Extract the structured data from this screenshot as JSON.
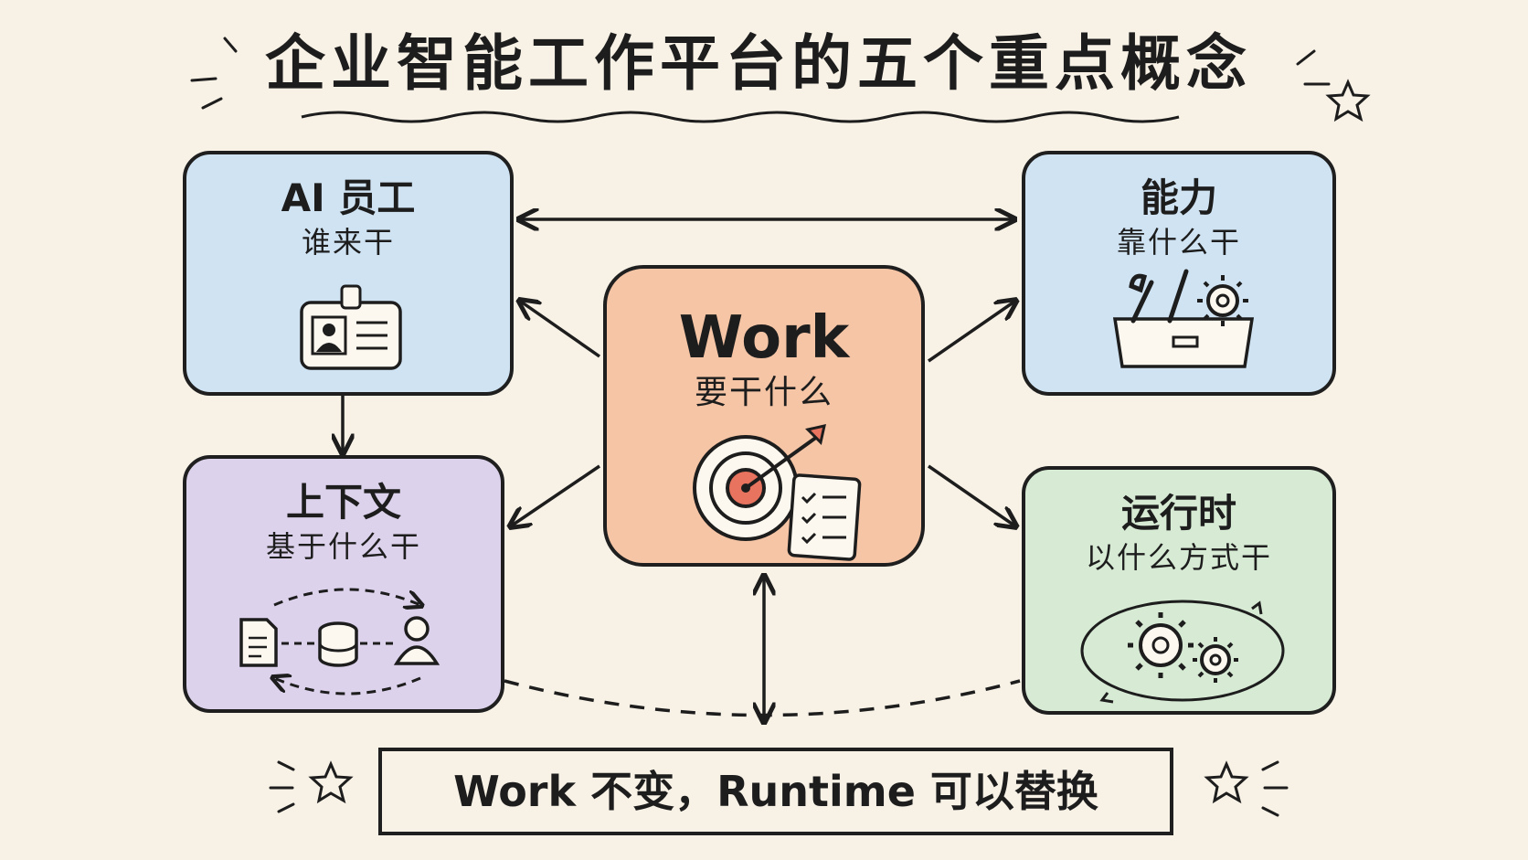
{
  "title": "企业智能工作平台的五个重点概念",
  "nodes": {
    "ai": {
      "title": "AI 员工",
      "subtitle": "谁来干",
      "icon": "id-badge-icon",
      "color": "#cfe3f3"
    },
    "capability": {
      "title": "能力",
      "subtitle": "靠什么干",
      "icon": "toolbox-icon",
      "color": "#cfe3f3"
    },
    "work": {
      "title": "Work",
      "subtitle": "要干什么",
      "icon": "target-checklist-icon",
      "color": "#f5c5a6"
    },
    "context": {
      "title": "上下文",
      "subtitle": "基于什么干",
      "icon": "doc-database-user-icon",
      "color": "#ddd2ec"
    },
    "runtime": {
      "title": "运行时",
      "subtitle": "以什么方式干",
      "icon": "gears-cycle-icon",
      "color": "#d6ead4"
    }
  },
  "footer": "Work 不变，Runtime 可以替换"
}
